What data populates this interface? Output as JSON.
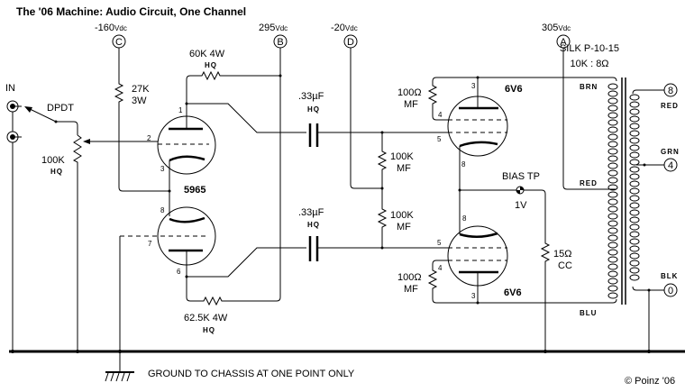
{
  "title": "The '06 Machine:   Audio Circuit, One Channel",
  "supply_nodes": [
    {
      "id": "C",
      "voltage": "-160",
      "unit": "Vdc"
    },
    {
      "id": "B",
      "voltage": "295",
      "unit": "Vdc"
    },
    {
      "id": "D",
      "voltage": "-20",
      "unit": "Vdc"
    },
    {
      "id": "A",
      "voltage": "305",
      "unit": "Vdc"
    }
  ],
  "input": {
    "label": "IN",
    "switch": "DPDT"
  },
  "components": {
    "pot": {
      "value": "100K",
      "note": "HQ"
    },
    "r_27k": {
      "value": "27K",
      "power": "3W"
    },
    "r_plate_top": {
      "value": "60K 4W",
      "note": "HQ"
    },
    "r_plate_bottom": {
      "value": "62.5K 4W",
      "note": "HQ"
    },
    "cap_top": {
      "value": ".33µF",
      "note": "HQ"
    },
    "cap_bottom": {
      "value": ".33µF",
      "note": "HQ"
    },
    "r_grid_top": {
      "value": "100K",
      "note": "MF"
    },
    "r_grid_bottom": {
      "value": "100K",
      "note": "MF"
    },
    "r_screen_top": {
      "value": "100Ω",
      "note": "MF"
    },
    "r_screen_bottom": {
      "value": "100Ω",
      "note": "MF"
    },
    "r_cathode": {
      "value": "15Ω",
      "note": "CC"
    }
  },
  "tubes": {
    "driver": "5965",
    "output_top": "6V6",
    "output_bottom": "6V6"
  },
  "pins": {
    "driver_top": [
      "1",
      "2",
      "3"
    ],
    "driver_bottom": [
      "8",
      "7",
      "6"
    ],
    "out_top": [
      "3",
      "4",
      "5",
      "8"
    ],
    "out_bottom": [
      "8",
      "5",
      "4",
      "3"
    ]
  },
  "bias": {
    "label": "BIAS TP",
    "value": "1V"
  },
  "transformer": {
    "model": "SILK P-10-15",
    "ratio": "10K : 8Ω",
    "primary_leads": [
      {
        "label": "BRN",
        "color": "#a07810"
      },
      {
        "label": "RED",
        "color": "#c01010"
      },
      {
        "label": "BLU",
        "color": "#1060e0"
      }
    ],
    "secondary_leads": [
      {
        "label": "RED",
        "color": "#c01010",
        "terminal": "8"
      },
      {
        "label": "GRN",
        "color": "#109030",
        "terminal": "4"
      },
      {
        "label": "BLK",
        "color": "#000000",
        "terminal": "0"
      }
    ]
  },
  "ground_note": "GROUND TO CHASSIS AT ONE POINT ONLY",
  "copyright": "© Poinz '06"
}
